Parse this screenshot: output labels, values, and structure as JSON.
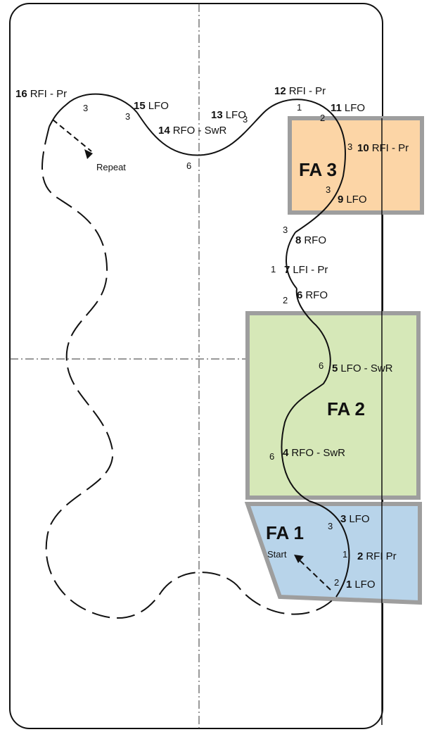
{
  "zones": [
    {
      "label": "FA 3",
      "color": "#fcd5a6",
      "border": "#9e9e9e"
    },
    {
      "label": "FA 2",
      "color": "#d6e8b8",
      "border": "#9e9e9e"
    },
    {
      "label": "FA 1",
      "color": "#b8d4ea",
      "border": "#9e9e9e"
    }
  ],
  "steps": [
    {
      "num": "1",
      "label": "LFO"
    },
    {
      "num": "2",
      "label": "RFI Pr"
    },
    {
      "num": "3",
      "label": "LFO"
    },
    {
      "num": "4",
      "label": "RFO - SwR"
    },
    {
      "num": "5",
      "label": "LFO - SwR"
    },
    {
      "num": "6",
      "label": "RFO"
    },
    {
      "num": "7",
      "label": "LFI - Pr"
    },
    {
      "num": "8",
      "label": "RFO"
    },
    {
      "num": "9",
      "label": "LFO"
    },
    {
      "num": "10",
      "label": "RFI - Pr"
    },
    {
      "num": "11",
      "label": "LFO"
    },
    {
      "num": "12",
      "label": "RFI - Pr"
    },
    {
      "num": "13",
      "label": "LFO"
    },
    {
      "num": "14",
      "label": "RFO - SwR"
    },
    {
      "num": "15",
      "label": "LFO"
    },
    {
      "num": "16",
      "label": "RFI - Pr"
    }
  ],
  "beats": [
    "2",
    "1",
    "3",
    "6",
    "6",
    "2",
    "1",
    "3",
    "3",
    "3",
    "2",
    "1",
    "3",
    "6",
    "3",
    "3"
  ],
  "start_label": "Start",
  "repeat_label": "Repeat"
}
